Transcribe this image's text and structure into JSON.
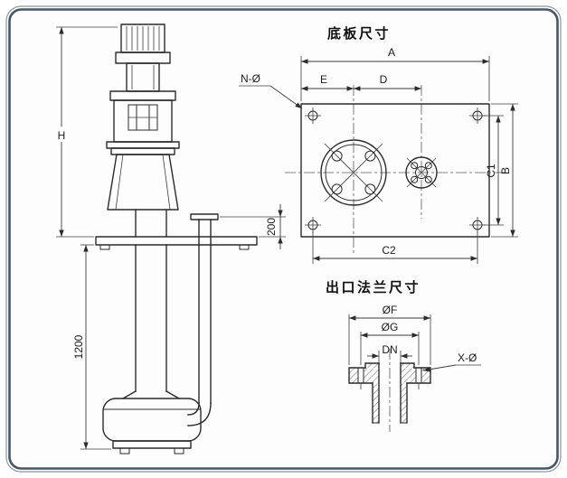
{
  "colors": {
    "line": "#2b2b2b",
    "border": "#46566a",
    "paper": "#fdfdfd"
  },
  "pump_view": {
    "dim_height": "H",
    "dim_immersion": "1200",
    "dim_outlet_height": "200"
  },
  "base_plate": {
    "title": "底板尺寸",
    "dim_length": "A",
    "hole_callout": "N-Ø",
    "dim_e": "E",
    "dim_d": "D",
    "dim_c1": "C1",
    "dim_b": "B",
    "dim_c2": "C2"
  },
  "outlet_flange": {
    "title": "出口法兰尺寸",
    "dim_outer_dia": "ØF",
    "dim_bolt_circle": "ØG",
    "dim_bore": "DN",
    "hole_callout": "X-Ø"
  }
}
